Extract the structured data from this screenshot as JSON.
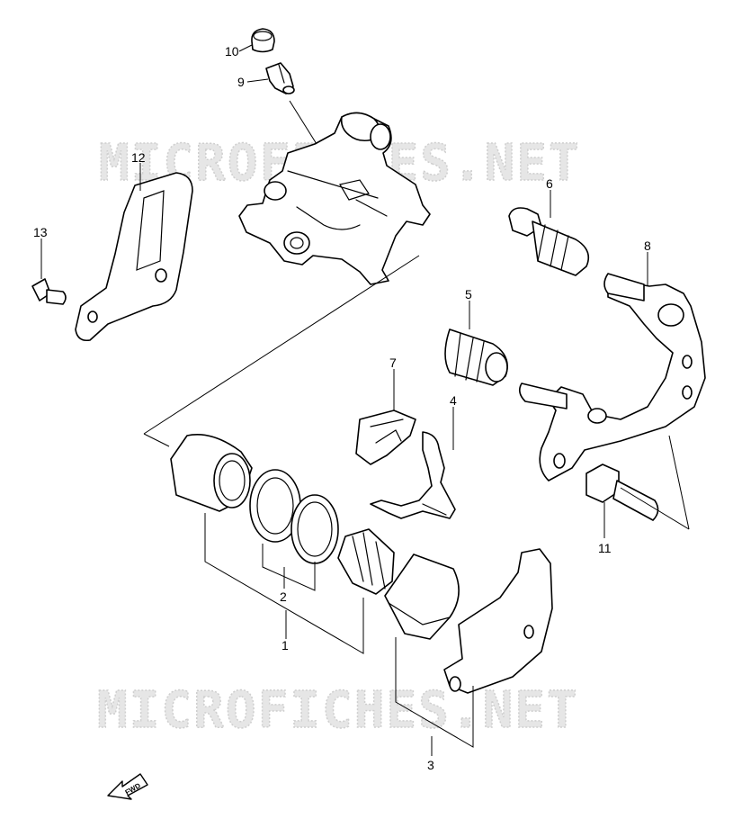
{
  "watermark": {
    "text": "MICROFICHES.NET"
  },
  "callouts": [
    {
      "id": "callout-1",
      "label": "1"
    },
    {
      "id": "callout-2",
      "label": "2"
    },
    {
      "id": "callout-3",
      "label": "3"
    },
    {
      "id": "callout-4",
      "label": "4"
    },
    {
      "id": "callout-5",
      "label": "5"
    },
    {
      "id": "callout-6",
      "label": "6"
    },
    {
      "id": "callout-7",
      "label": "7"
    },
    {
      "id": "callout-8",
      "label": "8"
    },
    {
      "id": "callout-9",
      "label": "9"
    },
    {
      "id": "callout-10",
      "label": "10"
    },
    {
      "id": "callout-11",
      "label": "11"
    },
    {
      "id": "callout-12",
      "label": "12"
    },
    {
      "id": "callout-13",
      "label": "13"
    }
  ],
  "direction_indicator": {
    "label": "FWD"
  }
}
